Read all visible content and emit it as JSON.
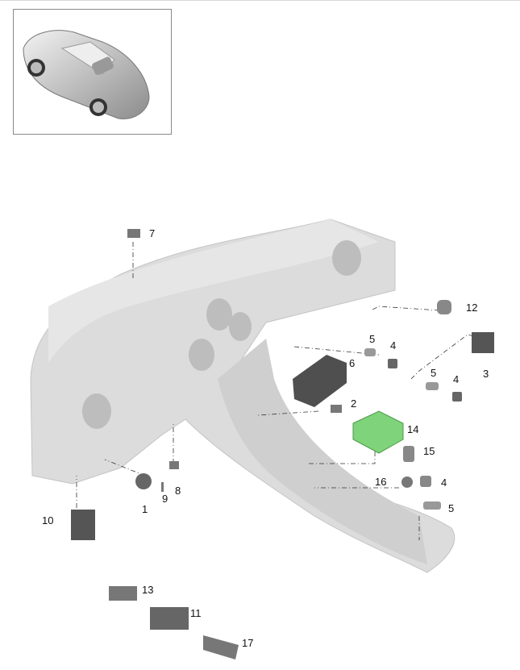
{
  "thumbnail": {
    "subject": "vehicle-overview"
  },
  "callouts": [
    "7",
    "12",
    "3",
    "5",
    "4",
    "6",
    "5",
    "4",
    "2",
    "14",
    "15",
    "16",
    "4",
    "5",
    "1",
    "9",
    "8",
    "10",
    "13",
    "11",
    "17"
  ],
  "colors": {
    "part": "#d9d9d9",
    "part_dark": "#5a5a5a",
    "highlight": "#7fd37a",
    "line": "#333333"
  }
}
